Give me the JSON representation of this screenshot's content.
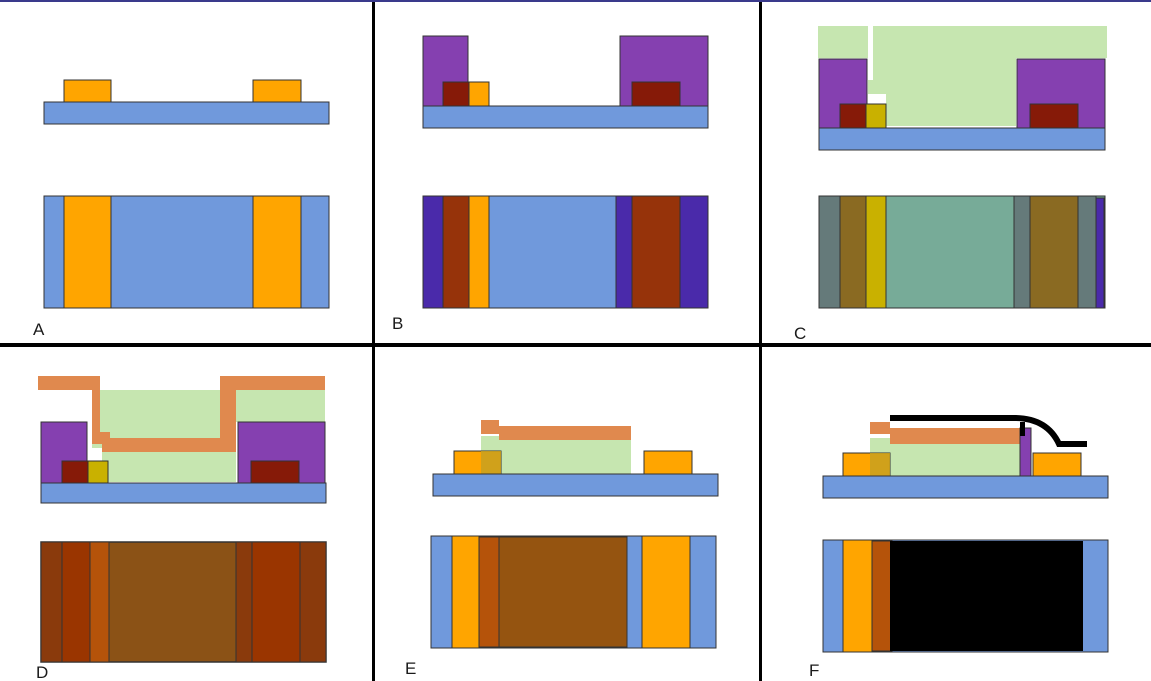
{
  "figure": {
    "panels": [
      {
        "id": "A",
        "label": "A"
      },
      {
        "id": "B",
        "label": "B"
      },
      {
        "id": "C",
        "label": "C"
      },
      {
        "id": "D",
        "label": "D"
      },
      {
        "id": "E",
        "label": "E"
      },
      {
        "id": "F",
        "label": "F"
      }
    ],
    "colors": {
      "substrate": "#7099dc",
      "electrode": "#ffa500",
      "resist": "#8540b0",
      "electrode_under_resist": "#861a08",
      "green_layer": "#c6e6b0",
      "copper_layer": "#e0894e",
      "black_layer": "#000000",
      "dark_violet": "#4a2aaa",
      "brown": "#96330a",
      "dark_brown": "#8b5216"
    }
  }
}
